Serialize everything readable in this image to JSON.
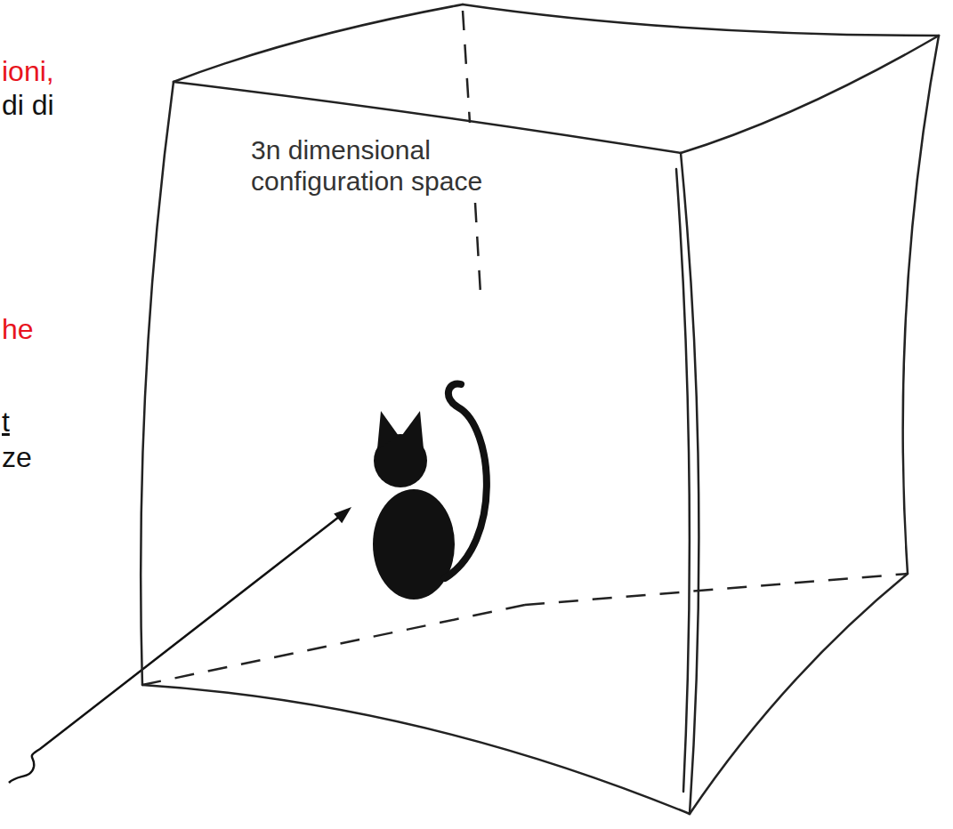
{
  "diagram": {
    "nodes": [
      {
        "text": [
          "3n dimensional configuration space"
        ]
      }
    ],
    "labels": [
      "ioni,",
      "di di",
      "he",
      "t",
      "ze"
    ]
  }
}
